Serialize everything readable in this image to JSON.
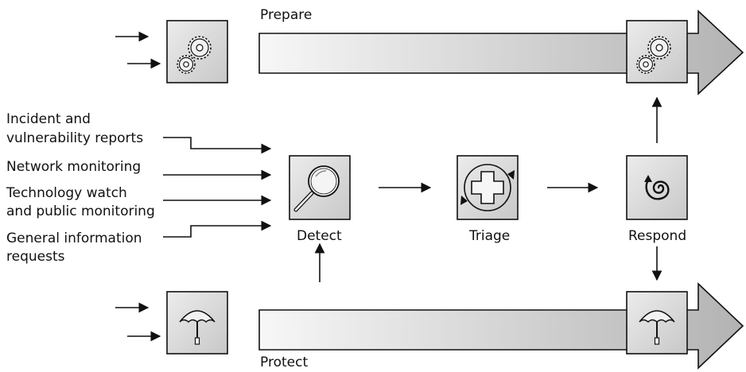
{
  "phases": {
    "prepare": "Prepare",
    "protect": "Protect",
    "detect": "Detect",
    "triage": "Triage",
    "respond": "Respond"
  },
  "inputs": [
    {
      "lines": [
        "Incident and",
        "vulnerability reports"
      ]
    },
    {
      "lines": [
        "Network monitoring"
      ]
    },
    {
      "lines": [
        "Technology watch",
        "and public monitoring"
      ]
    },
    {
      "lines": [
        "General information",
        "requests"
      ]
    }
  ],
  "icons": {
    "prepare_start": "gears-icon",
    "prepare_end": "gears-icon",
    "protect_start": "umbrella-icon",
    "protect_end": "umbrella-icon",
    "detect": "magnifier-icon",
    "triage": "medical-cross-cycle-icon",
    "respond": "spiral-icon"
  },
  "colors": {
    "ink": "#111111",
    "box_fill": "#d9d9d9",
    "band_light": "#f7f7f7",
    "band_dark": "#b5b5b5"
  }
}
